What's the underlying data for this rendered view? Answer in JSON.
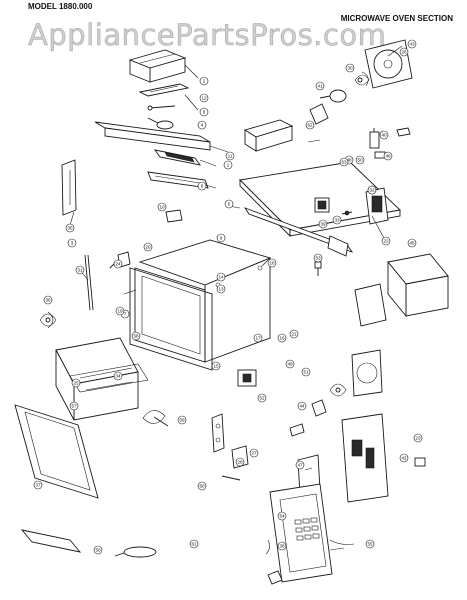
{
  "header": {
    "model": "MODEL 1880.000",
    "section": "MICROWAVE OVEN SECTION"
  },
  "watermark": "AppliancePartsPros.com",
  "callouts": [
    "1",
    "2",
    "3",
    "4",
    "5",
    "6",
    "7",
    "8",
    "9",
    "10",
    "11",
    "12",
    "13",
    "14",
    "15",
    "16",
    "17",
    "18",
    "19",
    "20",
    "21",
    "22",
    "23",
    "24",
    "25",
    "26",
    "27",
    "28",
    "29",
    "30",
    "31",
    "32",
    "33",
    "34",
    "35",
    "36",
    "37",
    "38",
    "39",
    "40",
    "41",
    "42",
    "43",
    "44",
    "45",
    "46",
    "47",
    "48",
    "49",
    "50",
    "51",
    "52",
    "53",
    "54",
    "55",
    "56",
    "57",
    "58",
    "59",
    "60",
    "61",
    "62",
    "63"
  ]
}
